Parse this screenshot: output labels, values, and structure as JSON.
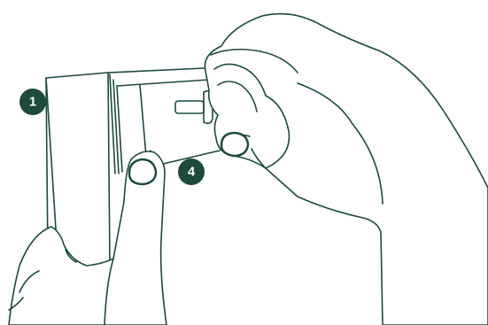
{
  "colors": {
    "line": "#1d4a3a",
    "marker_fill": "#1d4a3a",
    "marker_text": "#ffffff",
    "background": "#ffffff"
  },
  "markers": [
    {
      "id": "step-1",
      "label": "1"
    },
    {
      "id": "step-4",
      "label": "4"
    }
  ]
}
